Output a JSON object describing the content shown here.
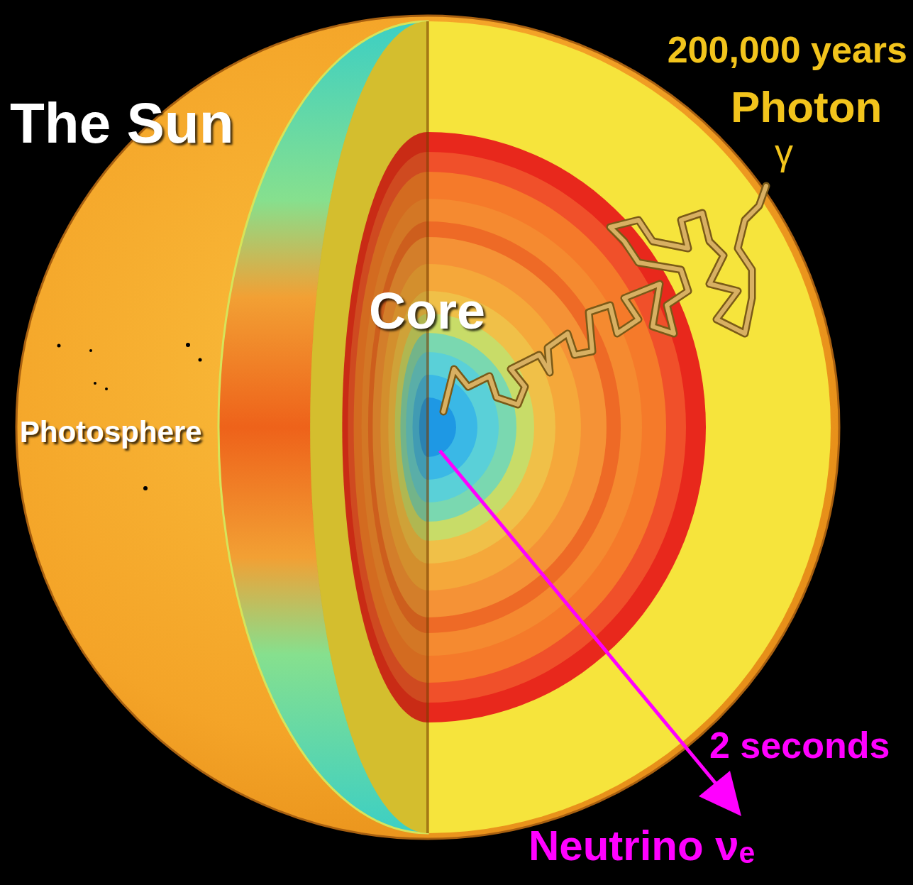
{
  "diagram": {
    "title": "The Sun",
    "labels": [
      "Photosphere",
      "Core",
      "200,000 years",
      "Photon",
      "γ",
      "2 seconds",
      "Neutrino νₑ"
    ]
  }
}
